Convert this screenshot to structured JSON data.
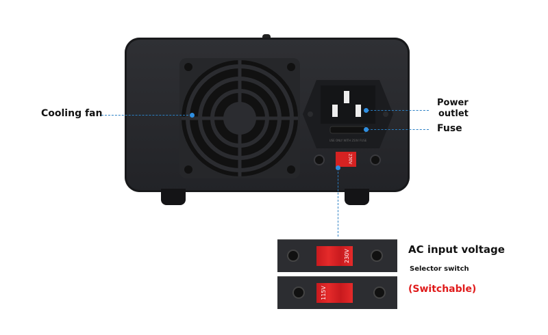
{
  "labels": {
    "cooling_fan": "Cooling fan",
    "power_outlet_1": "Power",
    "power_outlet_2": "outlet",
    "fuse": "Fuse",
    "ac_input": "AC input voltage",
    "selector": "Selector switch",
    "switchable": "(Switchable)"
  },
  "device": {
    "fuse_text": "USE ONLY WITH 250V FUSE",
    "switch_main": "230V",
    "switch_230": "230V",
    "switch_115": "115V"
  },
  "colors": {
    "accent": "#2f8ee0",
    "red": "#e01a1a"
  }
}
